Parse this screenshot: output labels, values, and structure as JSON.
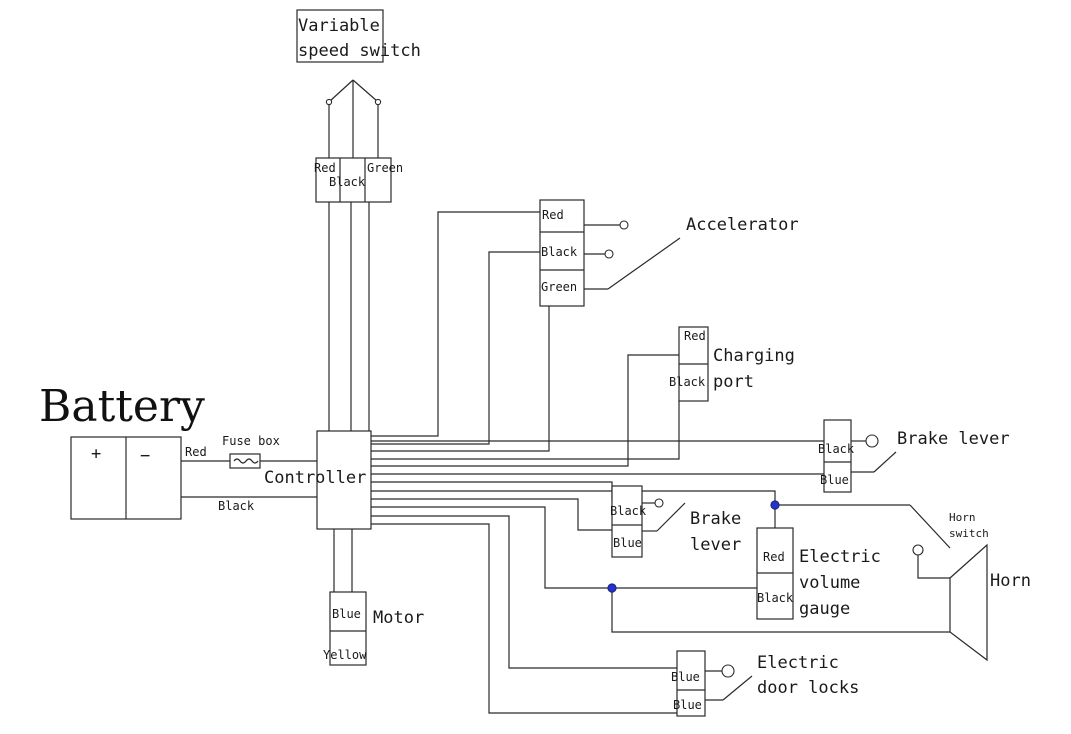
{
  "battery": {
    "title": "Battery",
    "plus": "+",
    "minus": "−"
  },
  "wires": {
    "red": "Red",
    "black": "Black"
  },
  "fuse": {
    "label": "Fuse box"
  },
  "controller": {
    "label": "Controller"
  },
  "speed_switch": {
    "title_line1": "Variable",
    "title_line2": "speed switch",
    "pins": [
      "Red",
      "Black",
      "Green"
    ]
  },
  "accelerator": {
    "title": "Accelerator",
    "pins": [
      "Red",
      "Black",
      "Green"
    ]
  },
  "charging_port": {
    "title_line1": "Charging",
    "title_line2": "port",
    "pins": [
      "Red",
      "Black"
    ]
  },
  "brake_lever_right": {
    "title": "Brake lever",
    "pins": [
      "Black",
      "Blue"
    ]
  },
  "brake_lever_mid": {
    "title_line1": "Brake",
    "title_line2": "lever",
    "pins": [
      "Black",
      "Blue"
    ]
  },
  "horn_switch": {
    "title_line1": "Horn",
    "title_line2": "switch"
  },
  "horn": {
    "title": "Horn"
  },
  "volume_gauge": {
    "title_line1": "Electric",
    "title_line2": "volume",
    "title_line3": "gauge",
    "pins": [
      "Red",
      "Black"
    ]
  },
  "motor": {
    "title": "Motor",
    "pins": [
      "Blue",
      "Yellow"
    ]
  },
  "door_locks": {
    "title_line1": "Electric",
    "title_line2": "door locks",
    "pins": [
      "Blue",
      "Blue"
    ]
  },
  "colors": {
    "line": "#2a2a2a",
    "node": "#2233cc"
  }
}
